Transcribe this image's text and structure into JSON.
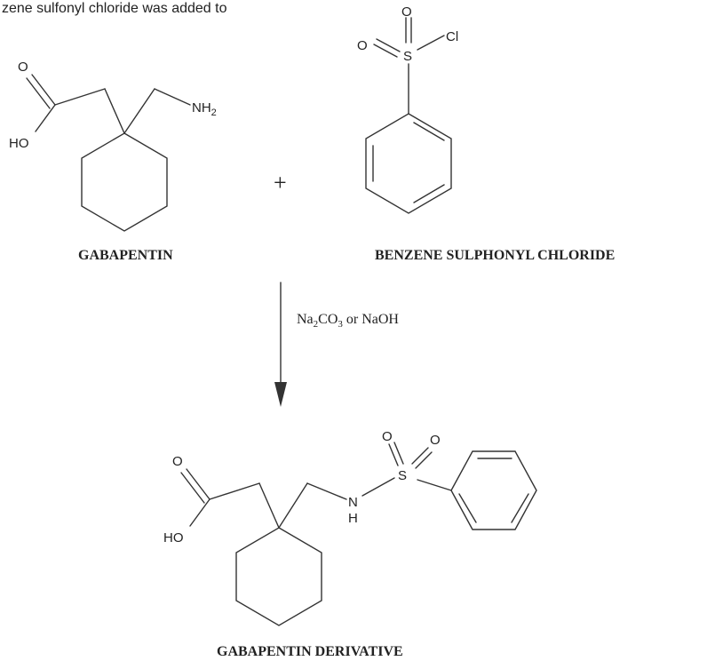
{
  "top_text": "zene sulfonyl chloride was added to",
  "reactant1": {
    "name": "GABAPENTIN",
    "atoms": {
      "o_carbonyl": "O",
      "oh": "HO",
      "amine": "NH",
      "amine_sub": "2"
    }
  },
  "plus": "+",
  "reactant2": {
    "name": "BENZENE SULPHONYL CHLORIDE",
    "atoms": {
      "o_left": "O",
      "o_top": "O",
      "s": "S",
      "cl": "Cl"
    }
  },
  "reagent": {
    "na": "Na",
    "na_sub": "2",
    "co": "CO",
    "co_sub": "3",
    "rest": " or NaOH"
  },
  "product": {
    "name": "GABAPENTIN DERIVATIVE",
    "atoms": {
      "o_carbonyl": "O",
      "oh": "HO",
      "n": "N",
      "h": "H",
      "s": "S",
      "o_left": "O",
      "o_right": "O"
    }
  }
}
